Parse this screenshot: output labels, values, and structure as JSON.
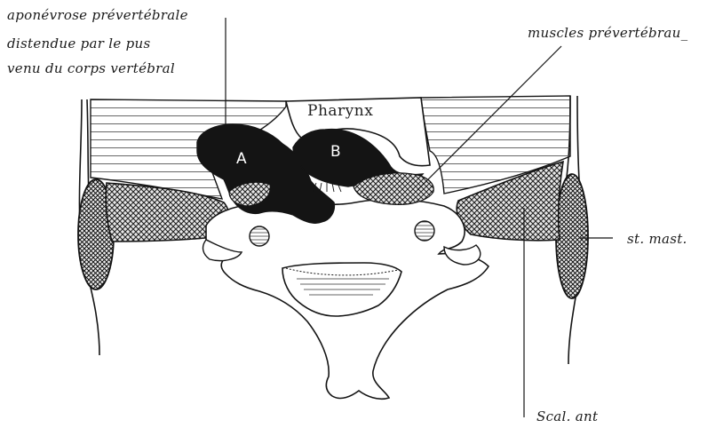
{
  "labels": {
    "aponeurosis_line1": "aponévrose prévertébrale",
    "aponeurosis_line2": "distendue par le pus",
    "aponeurosis_line3": "venu du corps vertébral",
    "prevertebral_muscles": "muscles prévertébrau_",
    "pharynx": "Pharynx",
    "abscess_a": "A",
    "abscess_b": "B",
    "sternomastoid": "st. mast.",
    "scalenus_anterior": "Scal. ant"
  },
  "colors": {
    "ink": "#141414",
    "paper": "#ffffff",
    "hatch": "#333333"
  }
}
